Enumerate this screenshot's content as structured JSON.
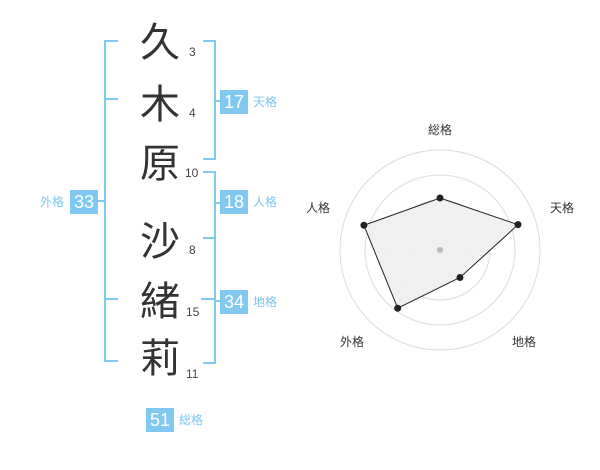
{
  "name": {
    "chars": [
      {
        "char": "久",
        "strokes": "3"
      },
      {
        "char": "木",
        "strokes": "4"
      },
      {
        "char": "原",
        "strokes": "10"
      },
      {
        "char": "沙",
        "strokes": "8"
      },
      {
        "char": "緒",
        "strokes": "15"
      },
      {
        "char": "莉",
        "strokes": "11"
      }
    ]
  },
  "fortunes": {
    "tenkaku": {
      "value": "17",
      "label": "天格"
    },
    "jinkaku": {
      "value": "18",
      "label": "人格"
    },
    "chikaku": {
      "value": "34",
      "label": "地格"
    },
    "gaikaku": {
      "value": "33",
      "label": "外格"
    },
    "soukaku": {
      "value": "51",
      "label": "総格"
    }
  },
  "radar": {
    "labels": {
      "top": "総格",
      "right": "天格",
      "bottom_right": "地格",
      "bottom_left": "外格",
      "left": "人格"
    },
    "levels": {
      "soukaku": 0.52,
      "tenkaku": 0.82,
      "chikaku": 0.34,
      "gaikaku": 0.72,
      "jinkaku": 0.8
    },
    "colors": {
      "fill": "#eeeeee",
      "line": "#222222",
      "ring": "#dddddd",
      "center": "#bbbbbb"
    }
  }
}
